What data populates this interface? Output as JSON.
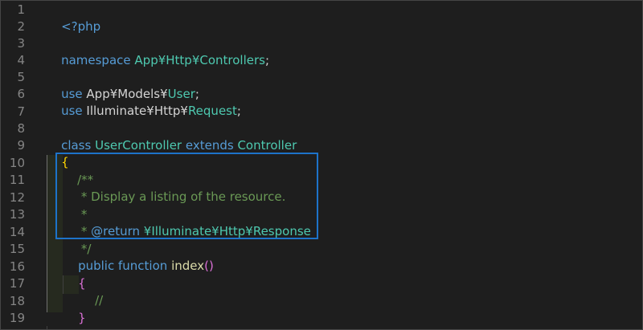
{
  "editor": {
    "line_numbers": [
      "1",
      "2",
      "3",
      "4",
      "5",
      "6",
      "7",
      "8",
      "9",
      "10",
      "11",
      "12",
      "13",
      "14",
      "15",
      "16",
      "17",
      "18",
      "19"
    ],
    "lines": {
      "l1": {
        "open_tag": "<?php"
      },
      "l3": {
        "kw": "namespace",
        "ns": "App¥Http¥Controllers",
        "semi": ";"
      },
      "l5": {
        "kw": "use",
        "ns": "App¥Models¥",
        "cls": "User",
        "semi": ";"
      },
      "l6": {
        "kw": "use",
        "ns": "Illuminate¥Http¥",
        "cls": "Request",
        "semi": ";"
      },
      "l8": {
        "kw1": "class",
        "cls1": "UserController",
        "kw2": "extends",
        "cls2": "Controller"
      },
      "l9": {
        "brace": "{"
      },
      "l10": {
        "comment": "/**"
      },
      "l11": {
        "comment": " * Display a listing of the resource."
      },
      "l12": {
        "comment": " *"
      },
      "l13": {
        "comment_pre": " * ",
        "tag": "@return",
        "type": "¥Illuminate¥Http¥Response"
      },
      "l14": {
        "comment": " */"
      },
      "l15": {
        "kw1": "public",
        "kw2": "function",
        "fn": "index",
        "parens": "()"
      },
      "l16": {
        "brace": "{"
      },
      "l17": {
        "comment": "//"
      },
      "l18": {
        "brace": "}"
      }
    }
  },
  "colors": {
    "background": "#1e1e1e",
    "line_number": "#858585",
    "keyword": "#569cd6",
    "class_name": "#4ec9b0",
    "function": "#dcdcaa",
    "comment": "#6a9955",
    "highlight_box": "#1d73c9"
  }
}
